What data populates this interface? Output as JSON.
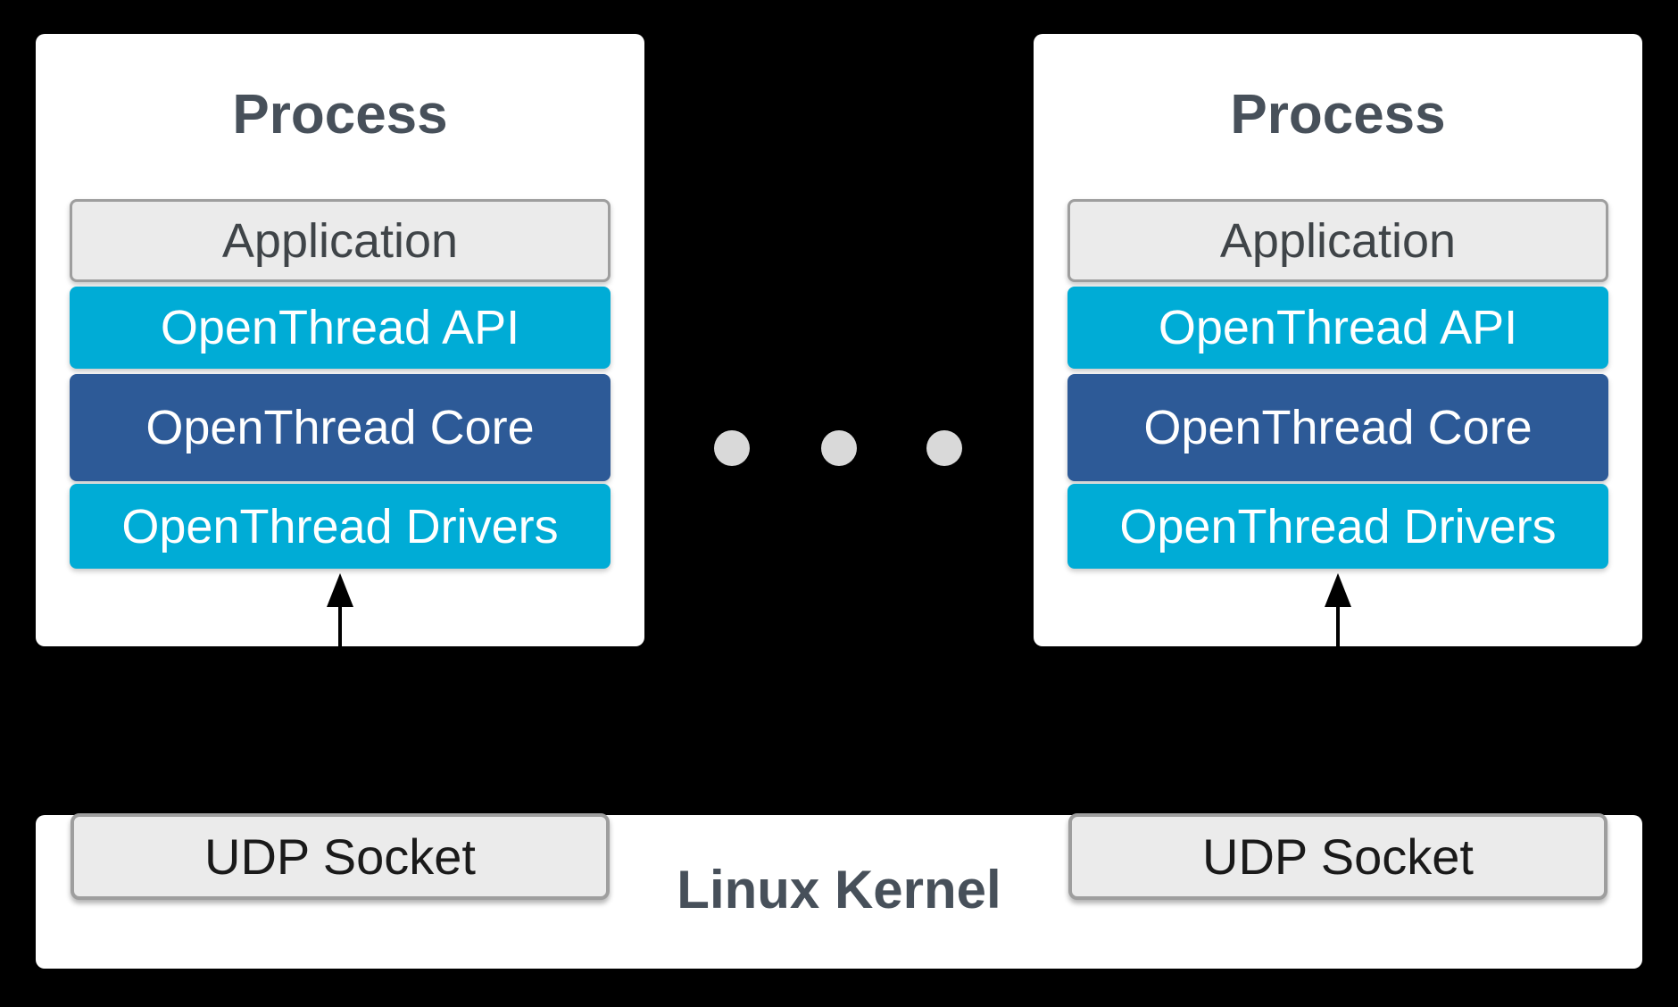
{
  "processes": [
    {
      "title": "Process",
      "layers": [
        {
          "label": "Application"
        },
        {
          "label": "OpenThread API"
        },
        {
          "label": "OpenThread Core"
        },
        {
          "label": "OpenThread Drivers"
        }
      ]
    },
    {
      "title": "Process",
      "layers": [
        {
          "label": "Application"
        },
        {
          "label": "OpenThread API"
        },
        {
          "label": "OpenThread Core"
        },
        {
          "label": "OpenThread Drivers"
        }
      ]
    }
  ],
  "ellipsis": {
    "count": 3
  },
  "kernel": {
    "label": "Linux Kernel",
    "sockets": [
      {
        "label": "UDP Socket"
      },
      {
        "label": "UDP Socket"
      }
    ]
  },
  "colors": {
    "background": "#000000",
    "box": "#FFFFFF",
    "cyan": "#00ACD6",
    "navy": "#2D5A97",
    "neutral_fill": "#EBEBEB",
    "neutral_border": "#9E9E9E",
    "title_text": "#47505A",
    "app_text": "#3F4448",
    "socket_text": "#1A1A1A",
    "dot": "#D9D9D9",
    "arrow": "#000000"
  }
}
